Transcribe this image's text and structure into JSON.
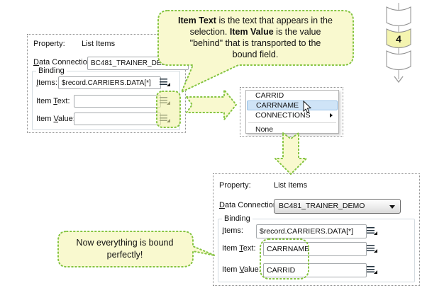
{
  "step_indicator": {
    "current_step": "4"
  },
  "callout_top": {
    "line1_bold": "Item Text",
    "line1_rest": " is the text that appears in the",
    "line2_pre": "selection. ",
    "line2_bold": "Item Value",
    "line2_rest": " is the value",
    "line3": "\"behind\" that is transported to the",
    "line4": "bound field."
  },
  "callout_bottom": {
    "line1": "Now everything is bound",
    "line2": "perfectly!"
  },
  "panel_before": {
    "title_label": "Property:",
    "title_value": "List Items",
    "data_connection": {
      "label_u": "D",
      "label_rest": "ata Connection:",
      "value": "BC481_TRAINER_DEMO"
    },
    "binding_group_label": "Binding",
    "items": {
      "label_u": "I",
      "label_rest": "tems:",
      "value": "$record.CARRIERS.DATA[*]"
    },
    "item_text": {
      "label_pre": "Item ",
      "label_u": "T",
      "label_rest": "ext:",
      "value": ""
    },
    "item_value": {
      "label_pre": "Item ",
      "label_u": "V",
      "label_rest": "alue:",
      "value": ""
    }
  },
  "dropdown_menu": {
    "items": [
      {
        "label": "CARRID"
      },
      {
        "label": "CARRNAME",
        "state": "selected"
      },
      {
        "label": "CONNECTIONS",
        "submenu": true
      },
      {
        "label": "None",
        "separator_before": true
      }
    ]
  },
  "panel_after": {
    "title_label": "Property:",
    "title_value": "List Items",
    "data_connection": {
      "label_u": "D",
      "label_rest": "ata Connection:",
      "value": "BC481_TRAINER_DEMO"
    },
    "binding_group_label": "Binding",
    "items": {
      "label_u": "I",
      "label_rest": "tems:",
      "value": "$record.CARRIERS.DATA[*]"
    },
    "item_text": {
      "label_pre": "Item ",
      "label_u": "T",
      "label_rest": "ext:",
      "value": "CARRNAME"
    },
    "item_value": {
      "label_pre": "Item ",
      "label_u": "V",
      "label_rest": "alue:",
      "value": "CARRID"
    }
  },
  "colors": {
    "callout_fill": "#f9f9cf",
    "annotation_green": "#85c440",
    "highlight_fill": "#f0f2aa",
    "menu_selection_blue": "#cfe4f7",
    "step_highlight": "#f4f4b0"
  }
}
